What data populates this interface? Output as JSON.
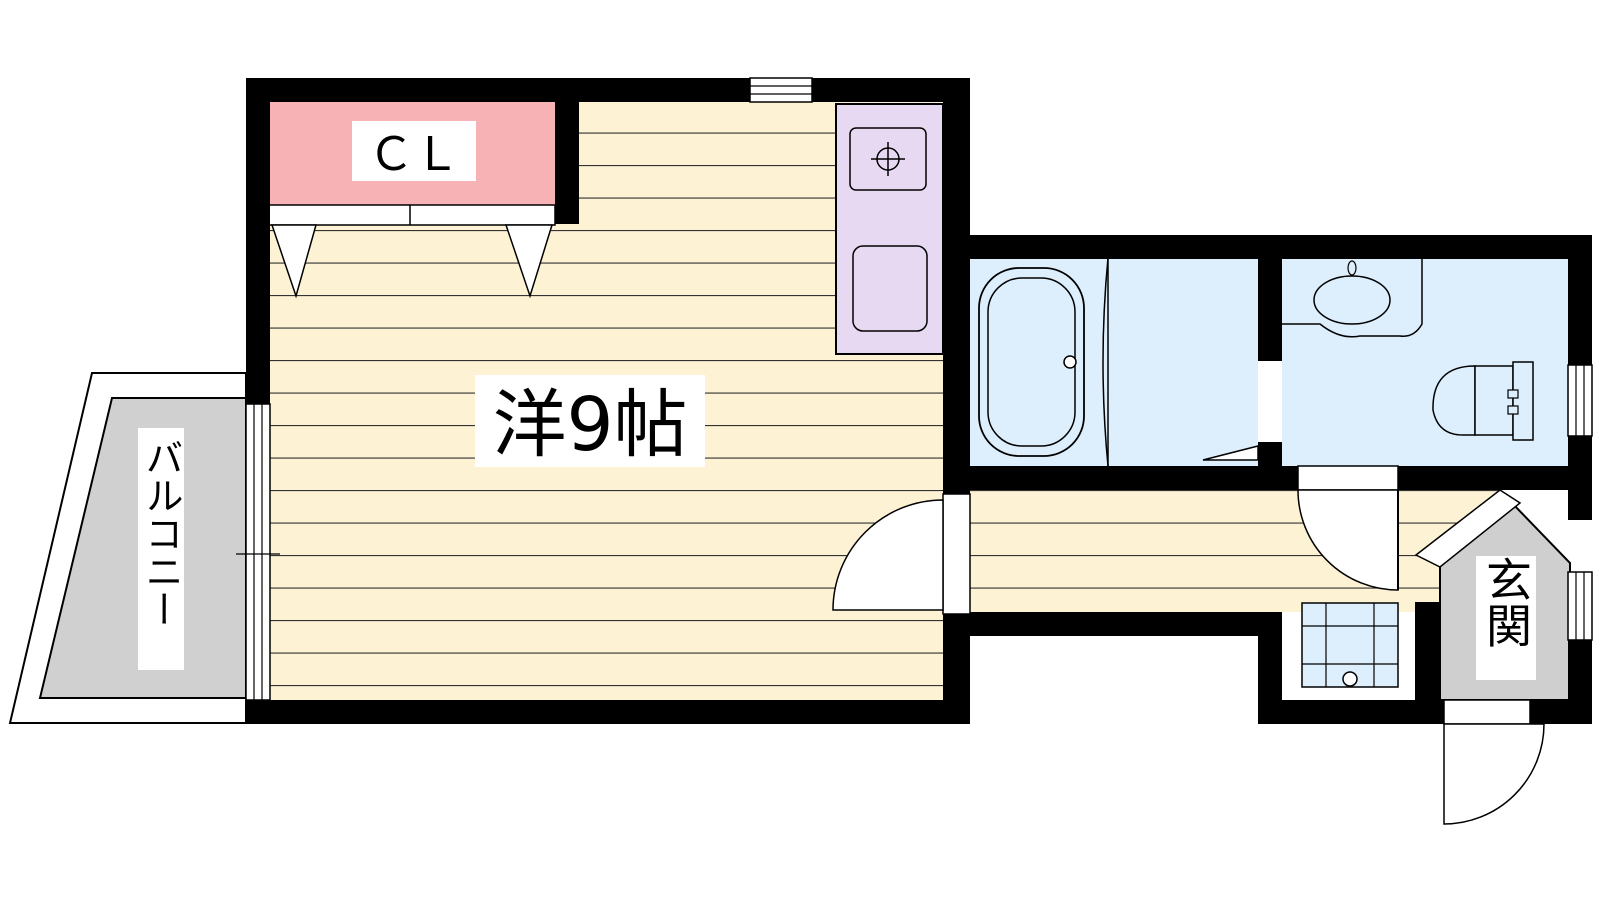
{
  "labels": {
    "closet": "ＣＬ",
    "main_room": "洋9帖",
    "balcony": "バルコニー",
    "entrance": "玄関"
  },
  "colors": {
    "wall": "#000000",
    "floor_wood": "#fdf2d3",
    "floor_line": "#222222",
    "closet": "#f7b2b5",
    "kitchen": "#e8d9f3",
    "wet_area": "#ddeefc",
    "balcony": "#d0d0d0",
    "entrance": "#cfcfcf",
    "fixture_stroke": "#333333"
  },
  "icons": {
    "stove": "gas-burner-icon",
    "sink": "sink-icon",
    "bathtub": "bathtub-icon",
    "wash_basin": "wash-basin-icon",
    "toilet": "toilet-icon",
    "washer": "washing-machine-pan-icon"
  }
}
